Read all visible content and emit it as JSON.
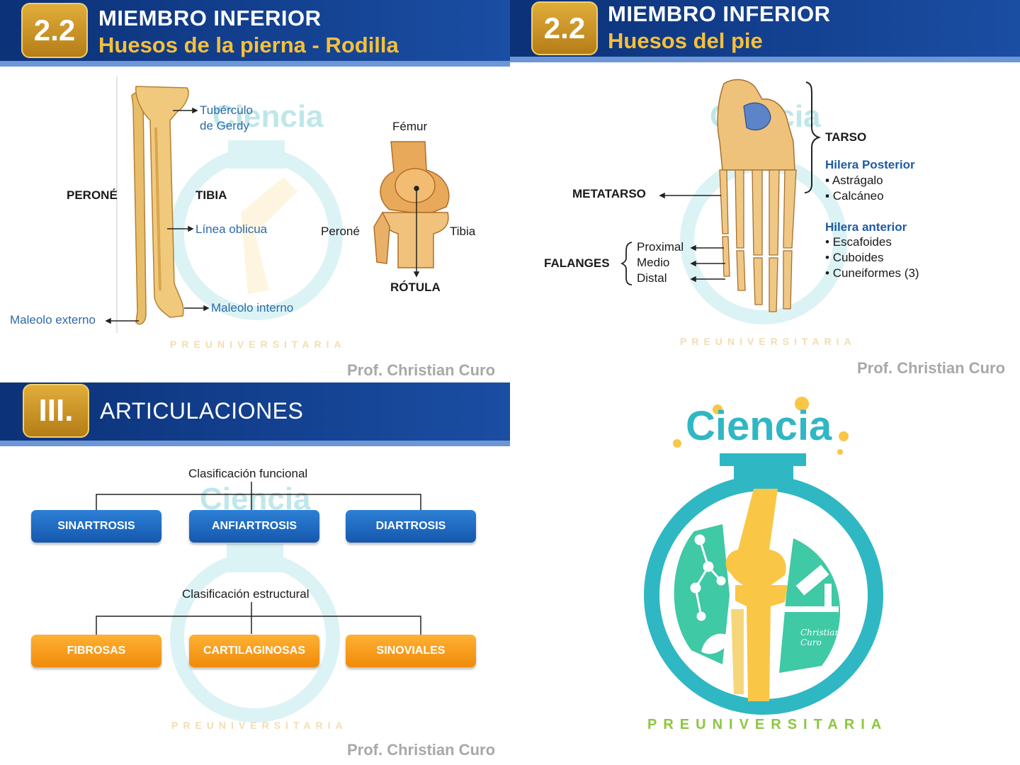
{
  "slide1": {
    "badge": "2.2",
    "title": "MIEMBRO INFERIOR",
    "subtitle": "Huesos de la pierna - Rodilla",
    "labels": {
      "tuberculo_1": "Tubérculo",
      "tuberculo_2": "de Gerdy",
      "perone": "PERONÉ",
      "tibia": "TIBIA",
      "linea_oblicua": "Línea  oblicua",
      "maleolo_externo": "Maleolo externo",
      "maleolo_interno": "Maleolo  interno",
      "femur": "Fémur",
      "perone_knee": "Peroné",
      "tibia_knee": "Tibia",
      "rotula": "RÓTULA"
    },
    "watermark": "Ciencia",
    "watermark_pre": "PREUNIVERSITARIA",
    "author": "Prof. Christian Curo"
  },
  "slide2": {
    "badge": "2.2",
    "title": "MIEMBRO INFERIOR",
    "subtitle": "Huesos del pie",
    "labels": {
      "tarso": "TARSO",
      "hilera_posterior": "Hilera Posterior",
      "astragalo": "Astrágalo",
      "calcaneo": "Calcáneo",
      "hilera_anterior": "Hilera anterior",
      "escafoides": "Escafoides",
      "cuboides": "Cuboides",
      "cuneiformes": "Cuneiformes (3)",
      "metatarso": "METATARSO",
      "falanges": "FALANGES",
      "proximal": "Proximal",
      "medio": "Medio",
      "distal": "Distal"
    },
    "watermark": "Ciencia",
    "watermark_pre": "PREUNIVERSITARIA",
    "author": "Prof. Christian Curo"
  },
  "slide3": {
    "badge": "III.",
    "title": "ARTICULACIONES",
    "funcional": "Clasificación funcional",
    "estructural": "Clasificación estructural",
    "funcional_boxes": [
      "SINARTROSIS",
      "ANFIARTROSIS",
      "DIARTROSIS"
    ],
    "estructural_boxes": [
      "FIBROSAS",
      "CARTILAGINOSAS",
      "SINOVIALES"
    ],
    "watermark": "Ciencia",
    "watermark_pre": "PREUNIVERSITARIA",
    "author": "Prof. Christian Curo"
  },
  "slide4": {
    "logo_text": "Ciencia",
    "logo_sub": "PREUNIVERSITARIA",
    "signature": "Christian Curo"
  },
  "colors": {
    "header_blue": "#0c3278",
    "title_gold": "#f6c038",
    "label_blue": "#2d6aa8",
    "box_blue": "#1a6cc4",
    "box_orange": "#f89a14",
    "logo_teal": "#2fb7c4",
    "logo_yellow": "#f9c646"
  }
}
